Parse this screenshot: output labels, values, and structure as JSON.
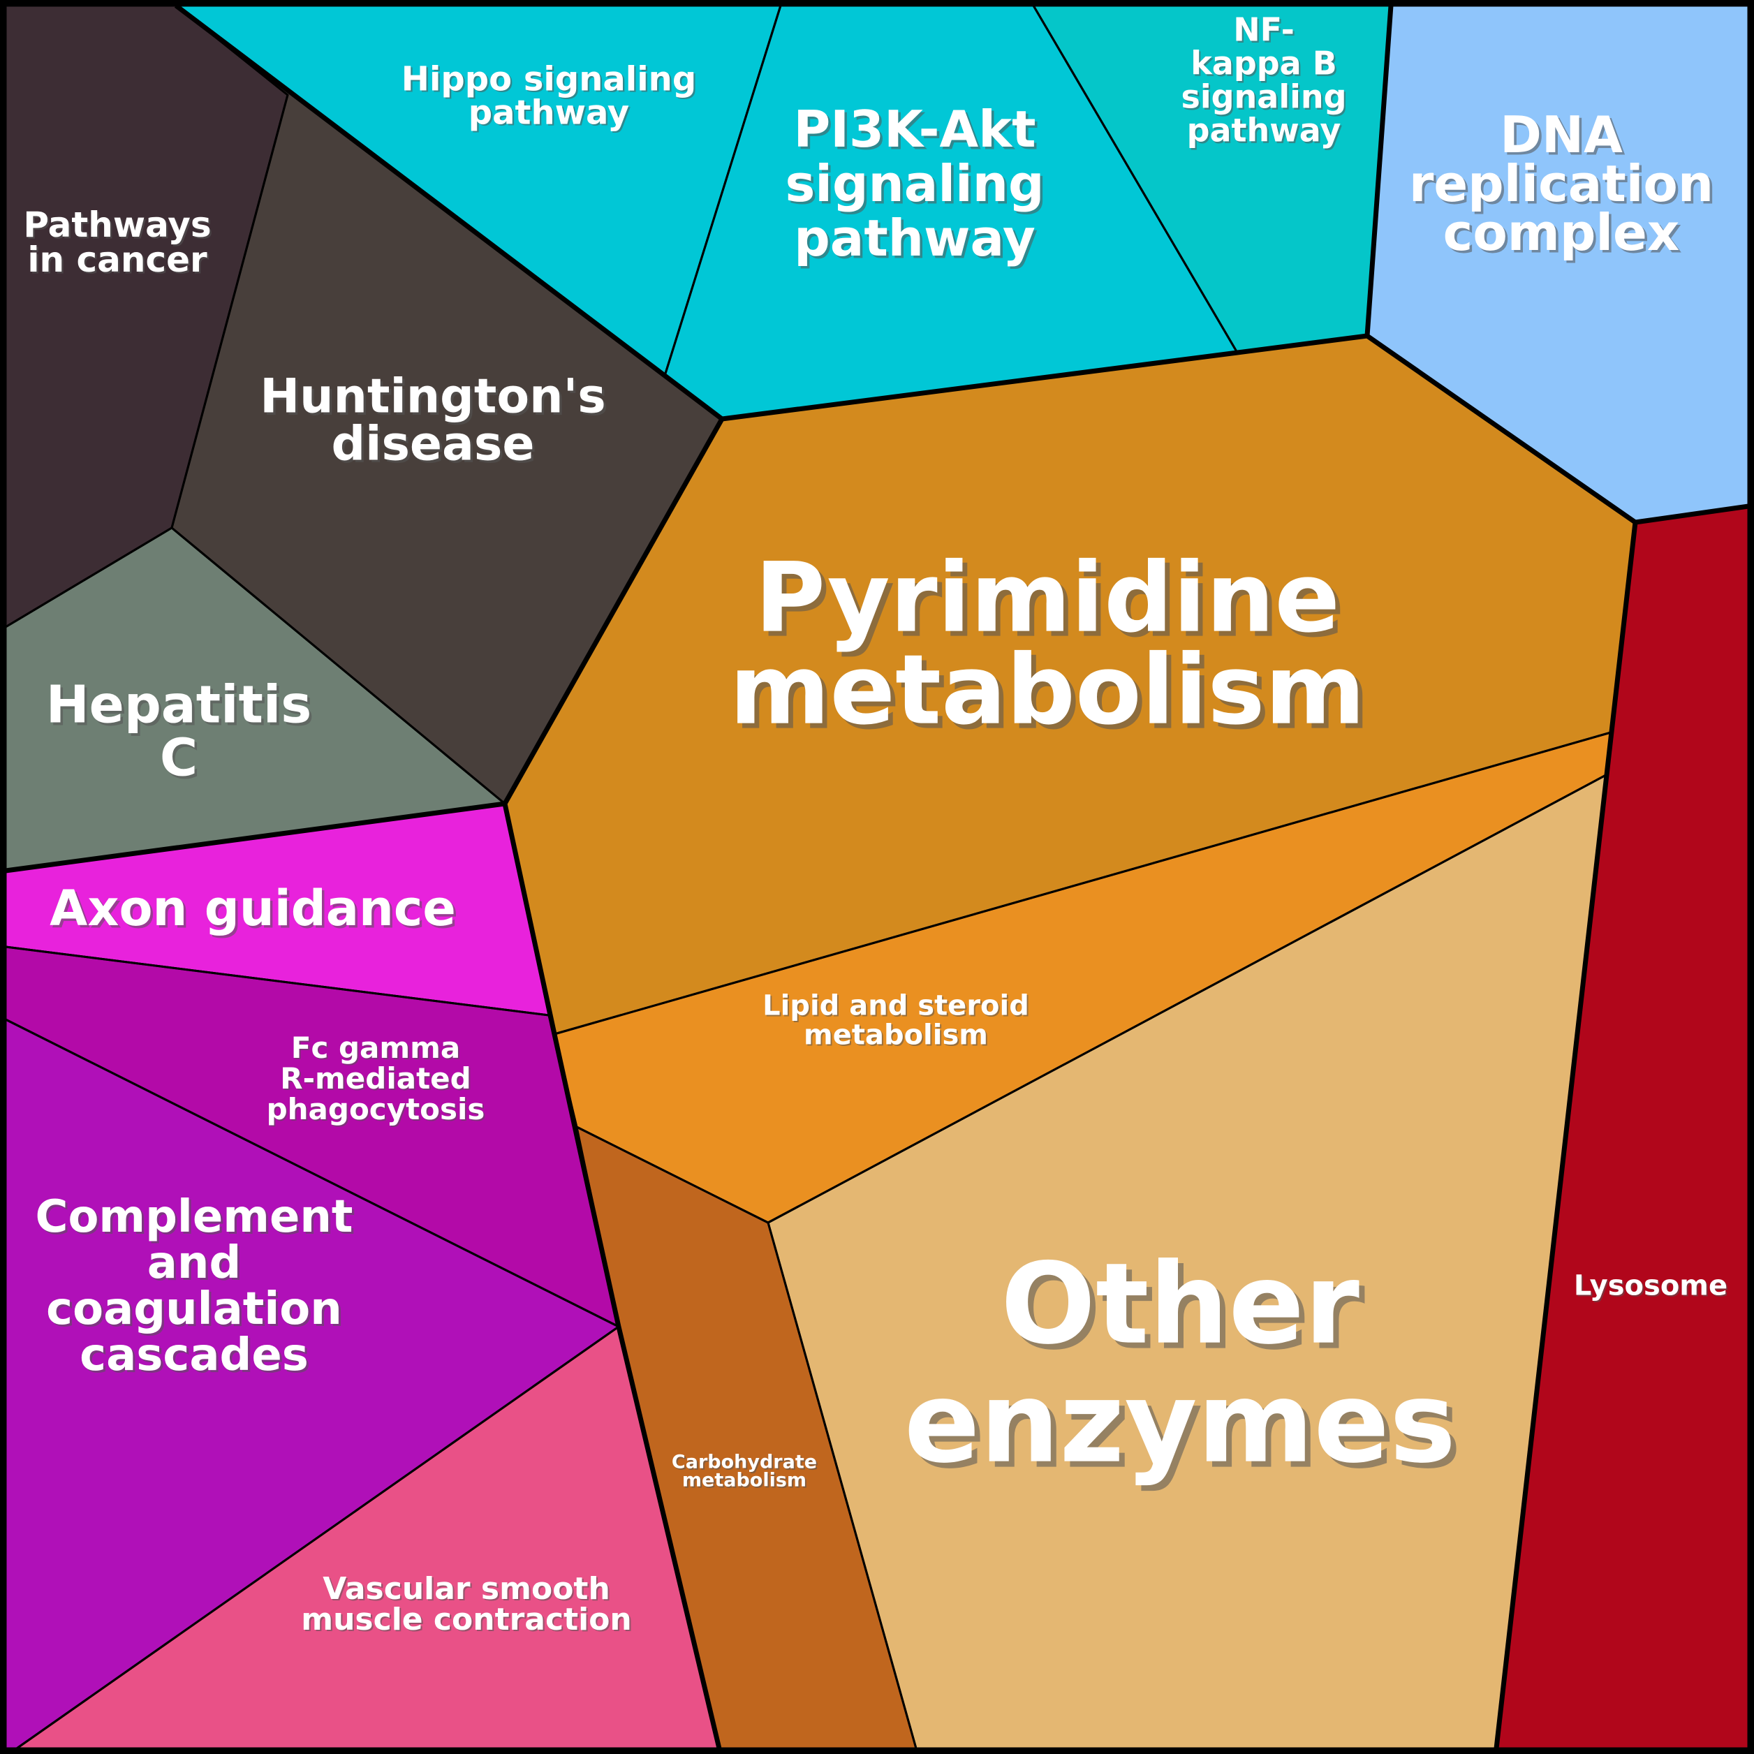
{
  "colors": {
    "outline": "#000000",
    "label": "#ffffff"
  },
  "cells": [
    {
      "id": "pathways-in-cancer",
      "lines": [
        "Pathways",
        "in cancer"
      ],
      "color": "#3d2d34",
      "group": "dark"
    },
    {
      "id": "huntingtons-disease",
      "lines": [
        "Huntington's",
        "disease"
      ],
      "color": "#483f3b",
      "group": "dark"
    },
    {
      "id": "hepatitis-c",
      "lines": [
        "Hepatitis",
        "C"
      ],
      "color": "#6e7f73",
      "group": "dark"
    },
    {
      "id": "hippo-signaling-pathway",
      "lines": [
        "Hippo signaling",
        "pathway"
      ],
      "color": "#01c7d6",
      "group": "cyan"
    },
    {
      "id": "pi3k-akt-signaling-pathway",
      "lines": [
        "PI3K-Akt",
        "signaling",
        "pathway"
      ],
      "color": "#01c7d6",
      "group": "cyan"
    },
    {
      "id": "nf-kappa-b-signaling-pathway",
      "lines": [
        "NF-",
        "kappa B",
        "signaling",
        "pathway"
      ],
      "color": "#05c6c9",
      "group": "cyan"
    },
    {
      "id": "dna-replication-complex",
      "lines": [
        "DNA",
        "replication",
        "complex"
      ],
      "color": "#8fc5fb",
      "group": "blue"
    },
    {
      "id": "pyrimidine-metabolism",
      "lines": [
        "Pyrimidine",
        "metabolism"
      ],
      "color": "#d38a1e",
      "group": "orange"
    },
    {
      "id": "lipid-and-steroid-metabolism",
      "lines": [
        "Lipid and steroid",
        "metabolism"
      ],
      "color": "#ea9021",
      "group": "orange"
    },
    {
      "id": "other-enzymes",
      "lines": [
        "Other",
        "enzymes"
      ],
      "color": "#e4b772",
      "group": "orange"
    },
    {
      "id": "carbohydrate-metabolism",
      "lines": [
        "Carbohydrate",
        "metabolism"
      ],
      "color": "#c0661e",
      "group": "orange"
    },
    {
      "id": "lysosome",
      "lines": [
        "Lysosome"
      ],
      "color": "#b1061b",
      "group": "red"
    },
    {
      "id": "axon-guidance",
      "lines": [
        "Axon guidance"
      ],
      "color": "#e822dc",
      "group": "magenta"
    },
    {
      "id": "fc-gamma-r-mediated-phagocytosis",
      "lines": [
        "Fc gamma",
        "R-mediated",
        "phagocytosis"
      ],
      "color": "#b30aa8",
      "group": "magenta"
    },
    {
      "id": "complement-and-coagulation-cascades",
      "lines": [
        "Complement",
        "and",
        "coagulation",
        "cascades"
      ],
      "color": "#b010b8",
      "group": "magenta"
    },
    {
      "id": "vascular-smooth-muscle-contraction",
      "lines": [
        "Vascular smooth",
        "muscle contraction"
      ],
      "color": "#e95187",
      "group": "magenta"
    }
  ]
}
